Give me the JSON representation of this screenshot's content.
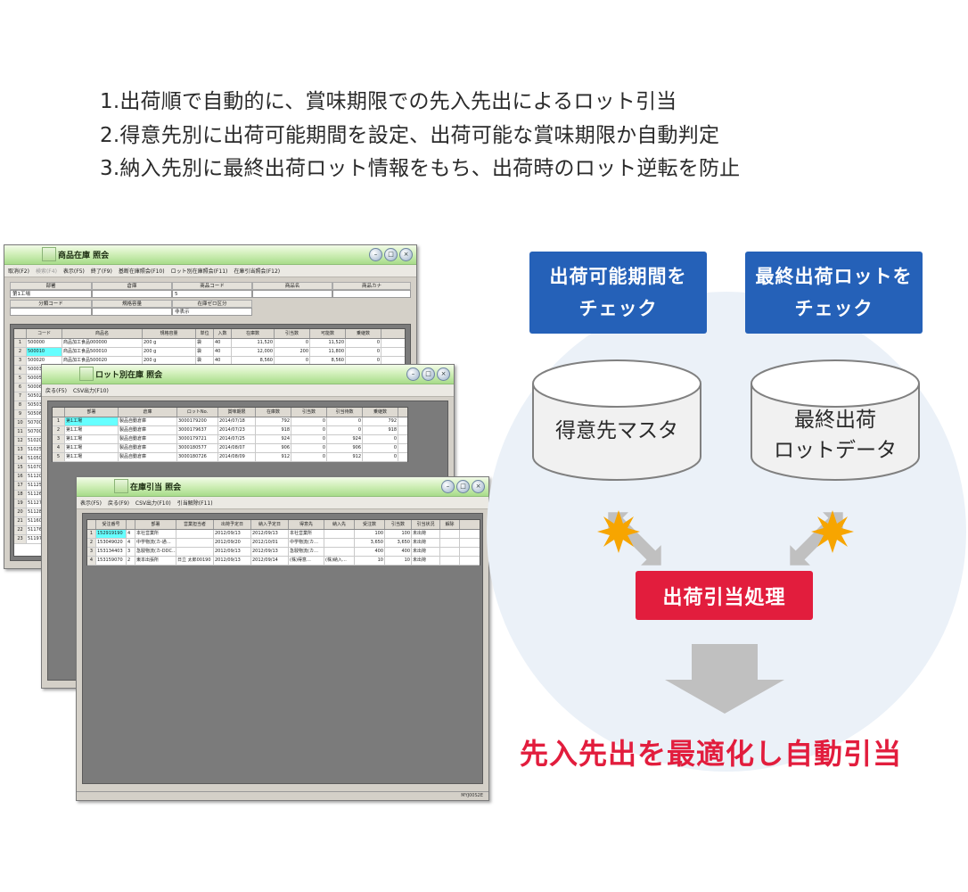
{
  "points": [
    "1.出荷順で自動的に、賞味期限での先入先出によるロット引当",
    "2.得意先別に出荷可能期間を設定、出荷可能な賞味期限か自動判定",
    "3.納入先別に最終出荷ロット情報をもち、出荷時のロット逆転を防止"
  ],
  "win1": {
    "title": "商品在庫 照会",
    "menu": [
      "取消(F2)",
      "検索(F4)",
      "表示(F5)",
      "終了(F9)",
      "基断在庫照会(F10)",
      "ロット別在庫照会(F11)",
      "在庫引当照会(F12)"
    ],
    "form": {
      "labels1": [
        "部署",
        "倉庫",
        "商品コード",
        "商品名",
        "商品カナ"
      ],
      "values1": [
        "第1工場",
        "",
        "5",
        "",
        ""
      ],
      "labels2": [
        "分類コード",
        "規格容量",
        "在庫ゼロ区分"
      ],
      "values2": [
        "",
        "",
        "非表示"
      ]
    },
    "headers": [
      "",
      "コード",
      "商品名",
      "規格容量",
      "単位",
      "入数",
      "在庫数",
      "引当数",
      "可能数",
      "乗継数"
    ],
    "rows": [
      [
        "1",
        "500000",
        "商品加工食品000000",
        "200 g",
        "袋",
        "40",
        "11,520",
        "0",
        "11,520",
        "0"
      ],
      [
        "2",
        "500010",
        "商品加工食品500010",
        "200 g",
        "袋",
        "40",
        "12,000",
        "200",
        "11,800",
        "0"
      ],
      [
        "3",
        "500020",
        "商品加工食品500020",
        "200 g",
        "袋",
        "40",
        "8,560",
        "0",
        "8,560",
        "0"
      ],
      [
        "4",
        "500030",
        "",
        "",
        "",
        "",
        "",
        "",
        "",
        ""
      ],
      [
        "5",
        "500050",
        "",
        "",
        "",
        "",
        "",
        "",
        "",
        ""
      ],
      [
        "6",
        "500060",
        "",
        "",
        "",
        "",
        "",
        "",
        "",
        ""
      ],
      [
        "7",
        "505020",
        "",
        "",
        "",
        "",
        "",
        "",
        "",
        ""
      ],
      [
        "8",
        "505030",
        "",
        "",
        "",
        "",
        "",
        "",
        "",
        ""
      ],
      [
        "9",
        "505060",
        "",
        "",
        "",
        "",
        "",
        "",
        "",
        ""
      ],
      [
        "10",
        "507000",
        "",
        "",
        "",
        "",
        "",
        "",
        "",
        ""
      ],
      [
        "11",
        "507001",
        "",
        "",
        "",
        "",
        "",
        "",
        "",
        ""
      ],
      [
        "12",
        "510200",
        "",
        "",
        "",
        "",
        "",
        "",
        "",
        ""
      ],
      [
        "13",
        "510250",
        "",
        "",
        "",
        "",
        "",
        "",
        "",
        ""
      ],
      [
        "14",
        "510500",
        "",
        "",
        "",
        "",
        "",
        "",
        "",
        ""
      ],
      [
        "15",
        "510700",
        "",
        "",
        "",
        "",
        "",
        "",
        "",
        ""
      ],
      [
        "16",
        "511200",
        "",
        "",
        "",
        "",
        "",
        "",
        "",
        ""
      ],
      [
        "17",
        "511250",
        "",
        "",
        "",
        "",
        "",
        "",
        "",
        ""
      ],
      [
        "18",
        "511260",
        "",
        "",
        "",
        "",
        "",
        "",
        "",
        ""
      ],
      [
        "19",
        "511270",
        "",
        "",
        "",
        "",
        "",
        "",
        "",
        ""
      ],
      [
        "20",
        "511280",
        "",
        "",
        "",
        "",
        "",
        "",
        "",
        ""
      ],
      [
        "21",
        "511600",
        "",
        "",
        "",
        "",
        "",
        "",
        "",
        ""
      ],
      [
        "22",
        "511760",
        "",
        "",
        "",
        "",
        "",
        "",
        "",
        ""
      ],
      [
        "23",
        "511970",
        "",
        "",
        "",
        "",
        "",
        "",
        "",
        ""
      ]
    ]
  },
  "win2": {
    "title": "ロット別在庫 照会",
    "menu": [
      "戻る(F5)",
      "CSV出力(F10)"
    ],
    "headers": [
      "",
      "部署",
      "倉庫",
      "ロットNo.",
      "賞味期限",
      "在庫数",
      "引当数",
      "引当待数",
      "乗継数"
    ],
    "rows": [
      [
        "1",
        "第1工場",
        "製品自動倉庫",
        "3000179200",
        "2014/07/18",
        "792",
        "0",
        "0",
        "792"
      ],
      [
        "2",
        "第1工場",
        "製品自動倉庫",
        "3000179637",
        "2014/07/23",
        "918",
        "0",
        "0",
        "918"
      ],
      [
        "3",
        "第1工場",
        "製品自動倉庫",
        "3000179721",
        "2014/07/25",
        "924",
        "0",
        "924",
        "0"
      ],
      [
        "4",
        "第1工場",
        "製品自動倉庫",
        "3000180577",
        "2014/08/07",
        "906",
        "0",
        "906",
        "0"
      ],
      [
        "5",
        "第1工場",
        "製品自動倉庫",
        "3000180726",
        "2014/08/09",
        "912",
        "0",
        "912",
        "0"
      ]
    ]
  },
  "win3": {
    "title": "在庫引当 照会",
    "menu": [
      "表示(F5)",
      "戻る(F9)",
      "CSV出力(F10)",
      "引当解除(F11)"
    ],
    "headers": [
      "",
      "受注番号",
      "",
      "部署",
      "営業担当者",
      "出荷予定日",
      "納入予定日",
      "得意先",
      "納入先",
      "受注数",
      "引当数",
      "引当状況",
      "解除"
    ],
    "rows": [
      [
        "1",
        "152919190",
        "4",
        "本社営業所",
        "",
        "2012/09/13",
        "2012/09/13",
        "本社営業所",
        "",
        "100",
        "100",
        "未出荷",
        ""
      ],
      [
        "2",
        "153049020",
        "4",
        "中学物流(カ-通…",
        "",
        "2012/09/20",
        "2012/10/01",
        "中学物流(カ…",
        "",
        "3,650",
        "3,650",
        "未出荷",
        ""
      ],
      [
        "3",
        "153134403",
        "3",
        "急駿物流(カ-DDC…",
        "",
        "2012/09/13",
        "2012/09/13",
        "急駿物流(カ…",
        "",
        "400",
        "400",
        "未出荷",
        ""
      ],
      [
        "4",
        "153159070",
        "2",
        "東本出張所",
        "日立 太郎00190",
        "2012/09/13",
        "2012/09/14",
        "(株)得意…",
        "(株)納入…",
        "10",
        "10",
        "未出荷",
        ""
      ]
    ],
    "status_right": "MYJ00S2E"
  },
  "diagram": {
    "check1_lines": [
      "出荷可能期間を",
      "チェック"
    ],
    "check2_lines": [
      "最終出荷ロットを",
      "チェック"
    ],
    "db1_lines": [
      "得意先マスタ"
    ],
    "db2_lines": [
      "最終出荷",
      "ロットデータ"
    ],
    "process_label": "出荷引当処理",
    "result_text": "先入先出を最適化し自動引当",
    "colors": {
      "blue": "#2561b8",
      "red": "#e21d3d",
      "circle": "#ebf1f8",
      "arrow": "#c0c0c0",
      "burst": "#f7a500"
    }
  }
}
